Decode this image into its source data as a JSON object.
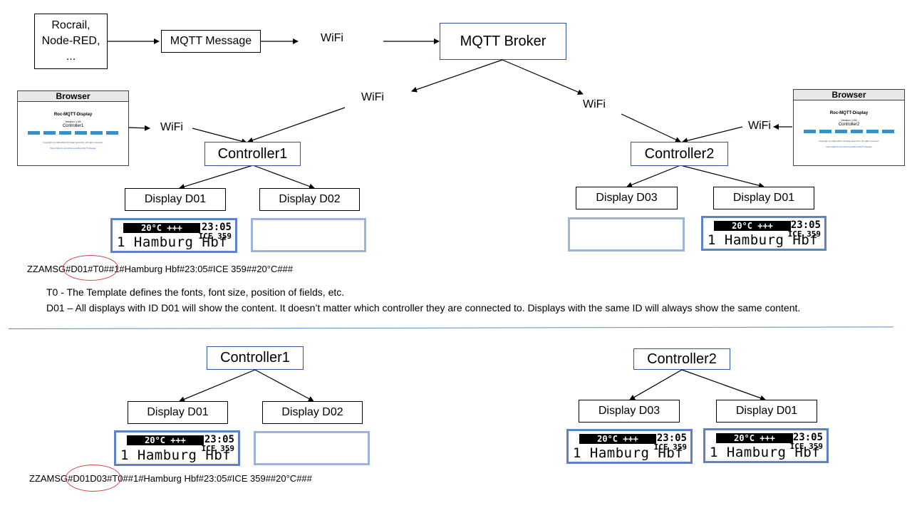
{
  "sources": {
    "line1": "Rocrail,",
    "line2": "Node-RED,",
    "line3": "..."
  },
  "mqtt_message": "MQTT Message",
  "mqtt_broker": "MQTT Broker",
  "wifi": "WiFi",
  "browser": {
    "header": "Browser",
    "title": "Roc-MQTT-Display",
    "version": "Version 1.06",
    "controller_left": "Controller1",
    "controller_right": "Controller2",
    "copyright": "Copyright (c) 2020-2022 Christian Heinrichs. All rights reserved.",
    "link": "https://github.com/chrismoss/Roc-MQTT-Display"
  },
  "controllers": {
    "c1": "Controller1",
    "c2": "Controller2"
  },
  "displays": {
    "d01": "Display D01",
    "d02": "Display D02",
    "d03": "Display D03"
  },
  "lcd": {
    "bar": "20°C +++",
    "time": "23:05",
    "train": "ICE 359",
    "line": "1 Hamburg Hbf"
  },
  "message1": {
    "prefix": "ZZAMSG",
    "circled": "#D01#T0#",
    "suffix": "#1#Hamburg  Hbf#23:05#ICE 359##20°C###"
  },
  "message2": {
    "prefix": "ZZAMSG",
    "circled": "#D01D03#",
    "suffix": "T0##1#Hamburg  Hbf#23:05#ICE 359##20°C###"
  },
  "notes": {
    "t0": "T0 - The Template defines the fonts, font size, position of fields, etc.",
    "d01": "D01 – All displays with ID D01 will show the content. It doesn’t matter which controller they are connected to. Displays with the same ID will always show the same content."
  }
}
